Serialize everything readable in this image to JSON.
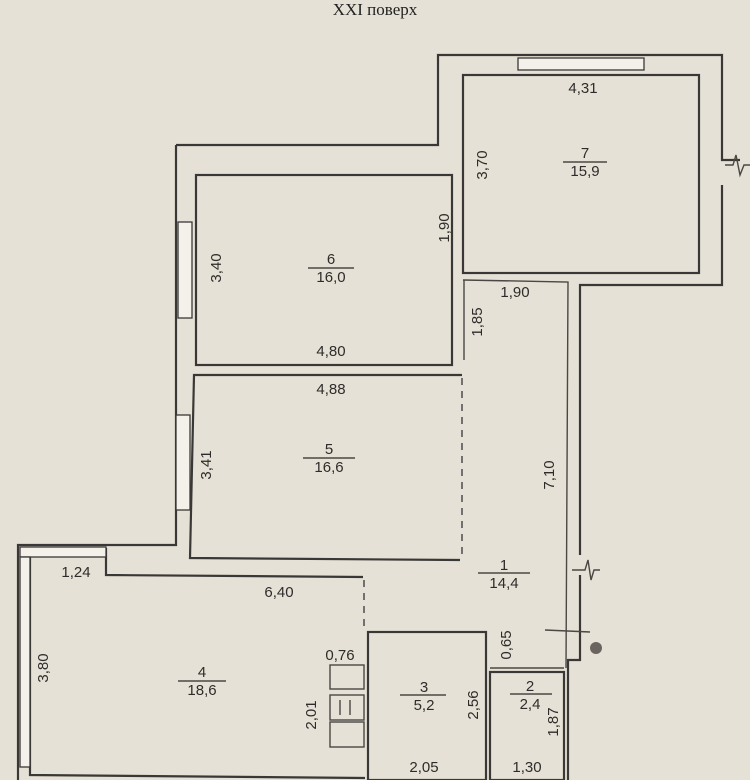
{
  "floor_label": "XXI поверх",
  "rooms": [
    {
      "number": "1",
      "area": "14,4"
    },
    {
      "number": "2",
      "area": "2,4"
    },
    {
      "number": "3",
      "area": "5,2"
    },
    {
      "number": "4",
      "area": "18,6"
    },
    {
      "number": "5",
      "area": "16,6"
    },
    {
      "number": "6",
      "area": "16,0"
    },
    {
      "number": "7",
      "area": "15,9"
    }
  ],
  "dimensions": {
    "room7_width": "4,31",
    "room7_height": "3,70",
    "room6_height": "3,40",
    "room6_width": "4,80",
    "room6_right": "1,90",
    "passage_width": "1,90",
    "passage_height": "1,85",
    "room5_width": "4,88",
    "room5_height": "3,41",
    "corridor_length": "7,10",
    "room4_top": "1,24",
    "room4_width": "6,40",
    "room4_height": "3,80",
    "closet_width": "0,76",
    "closet_height": "2,01",
    "room3_height": "2,56",
    "room3_width": "2,05",
    "room2_height": "1,87",
    "room2_width": "1,30",
    "room2_top": "0,65"
  }
}
